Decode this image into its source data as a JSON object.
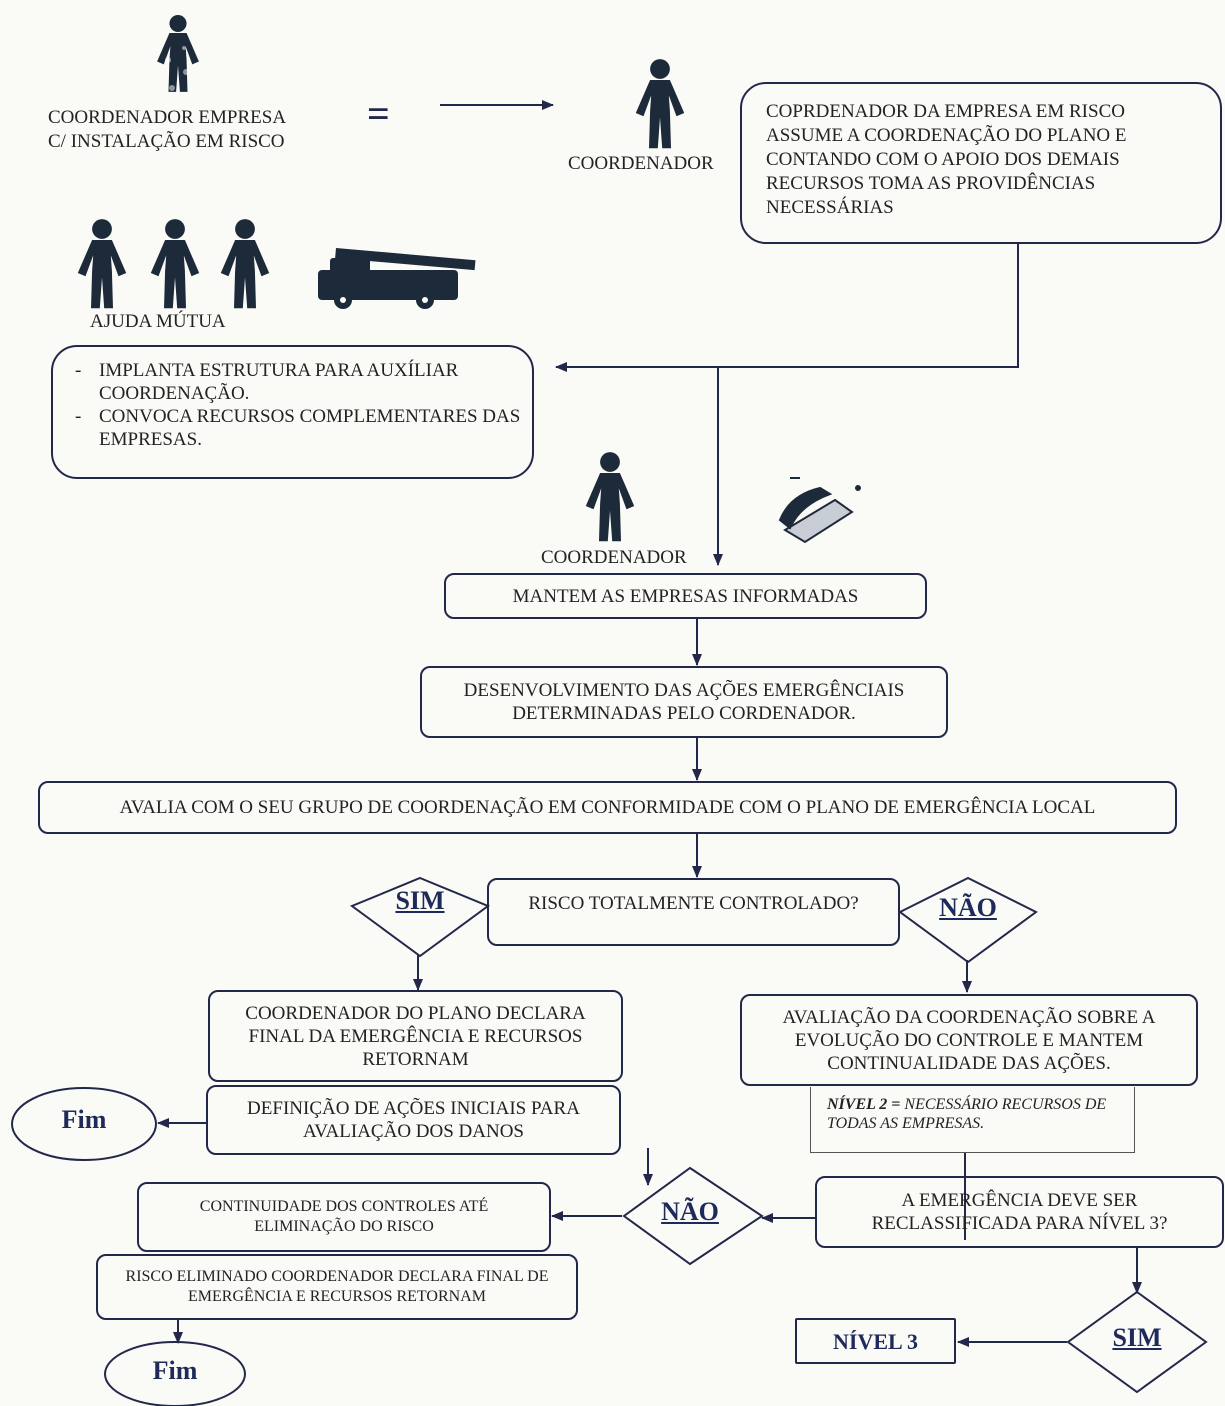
{
  "header": {
    "company_coord_label_line1": "COORDENADOR EMPRESA",
    "company_coord_label_line2": "C/ INSTALAÇÃO EM RISCO",
    "equals_sign": "=",
    "coordinator_label_top": "COORDENADOR",
    "top_box_text": "COPRDENADOR DA EMPRESA EM RISCO ASSUME A COORDENAÇÃO DO PLANO E CONTANDO  COM O APOIO DOS DEMAIS RECURSOS TOMA AS PROVIDÊNCIAS NECESSÁRIAS"
  },
  "mutual_aid": {
    "label": "AJUDA MÚTUA",
    "items": [
      "IMPLANTA ESTRUTURA PARA AUXÍLIAR COORDENAÇÃO.",
      "CONVOCA RECURSOS COMPLEMENTARES DAS EMPRESAS."
    ]
  },
  "flow": {
    "coordinator_label_mid": "COORDENADOR",
    "keep_informed": "MANTEM AS EMPRESAS INFORMADAS",
    "development": "DESENVOLVIMENTO DAS AÇÕES EMERGÊNCIAIS DETERMINADAS PELO CORDENADOR.",
    "evaluate": "AVALIA COM O SEU GRUPO DE COORDENAÇÃO EM CONFORMIDADE COM O PLANO DE EMERGÊNCIA LOCAL",
    "question_risk": "RISCO TOTALMENTE CONTROLADO?",
    "yes_label": "SIM",
    "no_label": "NÃO",
    "declare_end": "COORDENADOR DO PLANO DECLARA FINAL DA EMERGÊNCIA E RECURSOS RETORNAM",
    "define_actions": "DEFINIÇÃO DE AÇÕES INICIAIS PARA AVALIAÇÃO DOS DANOS",
    "end_label": "Fim",
    "evaluation_coord": "AVALIAÇÃO DA COORDENAÇÃO SOBRE A EVOLUÇÃO DO CONTROLE E MANTEM CONTINUALIDADE DAS AÇÕES.",
    "level2_note_bold": "NÍVEL 2 =",
    "level2_note_text": " NECESSÁRIO RECURSOS DE TODAS AS EMPRESAS.",
    "reclassify_question": "A EMERGÊNCIA DEVE SER RECLASSIFICADA PARA NÍVEL 3?",
    "continuity": "CONTINUIDADE DOS CONTROLES ATÉ ELIMINAÇÃO DO RISCO",
    "risk_eliminated": "RISCO ELIMINADO COORDENADOR DECLARA FINAL DE EMERGÊNCIA E RECURSOS RETORNAM",
    "level3": "NÍVEL 3"
  },
  "icons": [
    "person-icon",
    "fire-truck-icon",
    "telephone-icon"
  ],
  "colors": {
    "line": "#23284a",
    "figure": "#1d2a3a",
    "label_blue": "#1e2a5a"
  }
}
